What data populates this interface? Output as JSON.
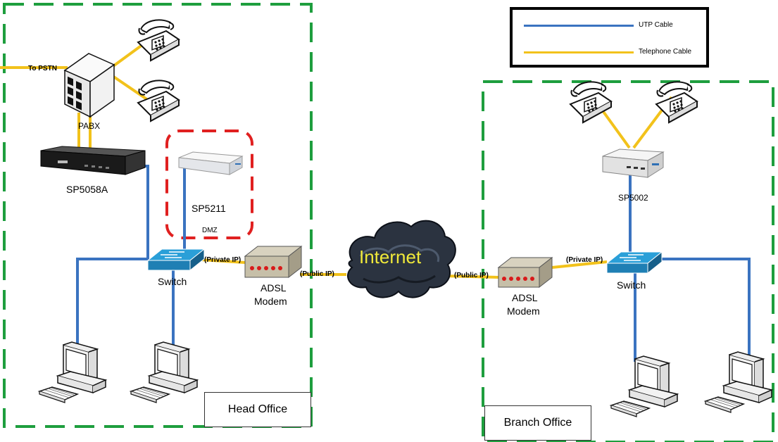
{
  "legend": {
    "utp_label": "UTP Cable",
    "telephone_label": "Telephone Cable"
  },
  "colors": {
    "utp": "#3a73c0",
    "telephone": "#f2c21b",
    "office_border": "#1e9e3e",
    "dmz_border": "#e02020"
  },
  "head_office": {
    "title": "Head Office",
    "pstn_label": "To PSTN",
    "pabx_label": "PABX",
    "gateway_label": "SP5058A",
    "dmz_device_label": "SP5211",
    "dmz_label": "DMZ",
    "switch_label": "Switch",
    "private_ip_label": "(Private IP)",
    "modem_label_line1": "ADSL",
    "modem_label_line2": "Modem",
    "public_ip_label": "(Public IP)"
  },
  "internet": {
    "label": "Internet"
  },
  "branch_office": {
    "title": "Branch Office",
    "gateway_label": "SP5002",
    "switch_label": "Switch",
    "private_ip_label": "(Private IP)",
    "modem_label_line1": "ADSL",
    "modem_label_line2": "Modem",
    "public_ip_label": "(Public IP)"
  },
  "icons": [
    "telephone-icon",
    "pabx-icon",
    "voip-gateway-icon",
    "router-icon",
    "network-switch-icon",
    "adsl-modem-icon",
    "cloud-icon",
    "desktop-computer-icon"
  ]
}
